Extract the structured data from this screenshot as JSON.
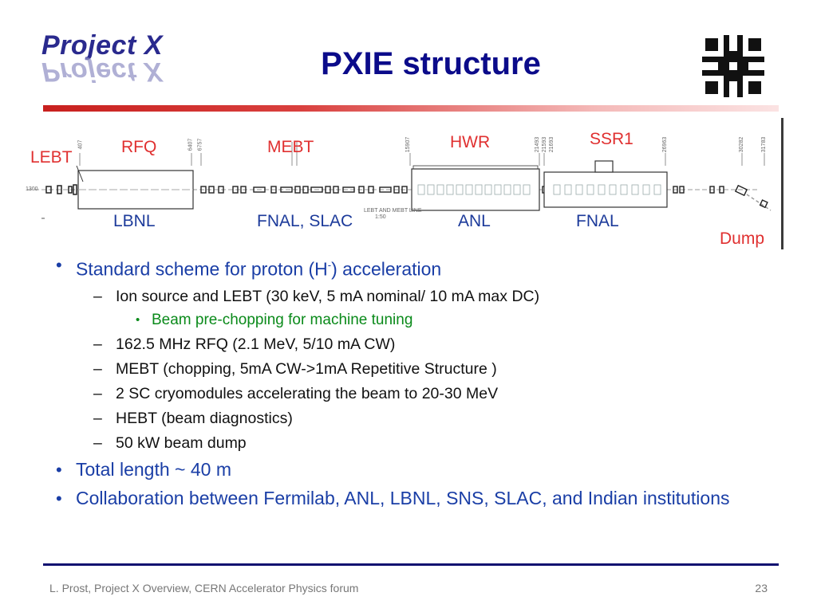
{
  "header": {
    "logo_text": "Project X",
    "title": "PXIE structure"
  },
  "diagram": {
    "labels_top": {
      "lebt": "LEBT",
      "rfq": "RFQ",
      "mebt": "MEBT",
      "hwr": "HWR",
      "ssr1": "SSR1"
    },
    "labels_bottom": {
      "lbnl": "LBNL",
      "fnal_slac": "FNAL, SLAC",
      "anl": "ANL",
      "fnal": "FNAL",
      "dump": "Dump"
    },
    "small_text": {
      "left_pos": "1300",
      "line_note_1": "LEBT AND MEBT LINE",
      "line_note_2": "1:50",
      "tick_1": "407",
      "tick_2": "6407",
      "tick_3": "6757",
      "tick_4": "15907",
      "tick_5": "21493",
      "tick_6": "21593",
      "tick_7": "21693",
      "tick_8": "26963",
      "tick_9": "30282",
      "tick_10": "31783"
    },
    "colors": {
      "label_red": "#e03030",
      "label_blue": "#1c3a9a"
    }
  },
  "bullets": [
    {
      "text_before": "Standard scheme for proton (H",
      "sup": "-",
      "text_after": ") acceleration",
      "children": [
        {
          "text": "Ion source and LEBT (30 keV, 5 mA nominal/ 10 mA max DC)",
          "children": [
            {
              "text": "Beam pre-chopping for machine tuning"
            }
          ]
        },
        {
          "text": "162.5 MHz RFQ (2.1 MeV, 5/10 mA CW)"
        },
        {
          "text": "MEBT (chopping, 5mA CW->1mA Repetitive Structure )"
        },
        {
          "text": "2 SC cryomodules accelerating the beam to 20-30 MeV"
        },
        {
          "text": "HEBT (beam diagnostics)"
        },
        {
          "text": "50 kW beam dump"
        }
      ]
    },
    {
      "text": "Total length ~ 40 m"
    },
    {
      "text": "Collaboration between Fermilab, ANL, LBNL, SNS, SLAC, and Indian institutions"
    }
  ],
  "markers": {
    "level1": "•",
    "level2": "–",
    "level3": "•"
  },
  "footer": {
    "left": "L. Prost, Project X Overview, CERN  Accelerator Physics forum",
    "page": "23"
  },
  "theme": {
    "title_color": "#0b0b8a",
    "bullet_blue": "#1a3ea6",
    "sub_green": "#0a8a1a",
    "accent_red": "#c8201e"
  }
}
